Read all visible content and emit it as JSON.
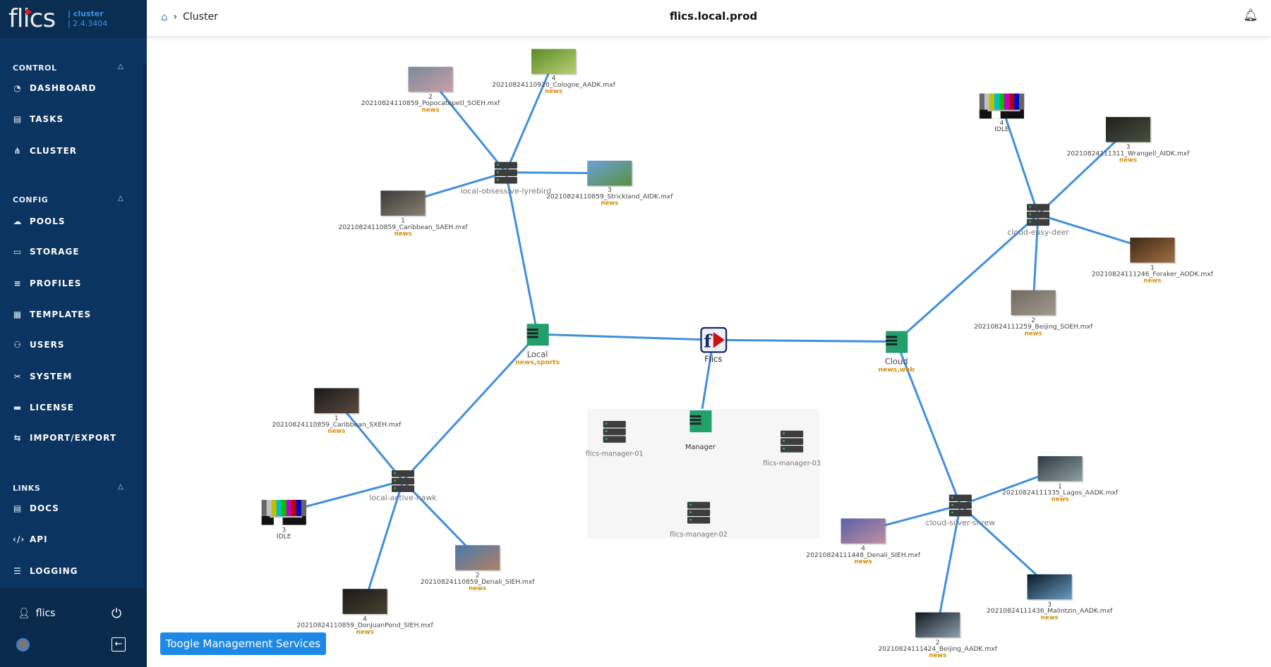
{
  "app": {
    "logo": "flics",
    "product": "| cluster",
    "version": "| 2.4.3404"
  },
  "header": {
    "breadcrumb": "Cluster",
    "title": "flics.local.prod"
  },
  "sidebar": {
    "sections": [
      {
        "title": "CONTROL",
        "items": [
          {
            "label": "DASHBOARD",
            "icon": "dashboard-icon"
          },
          {
            "label": "TASKS",
            "icon": "tasks-icon"
          },
          {
            "label": "CLUSTER",
            "icon": "cluster-icon"
          }
        ]
      },
      {
        "title": "CONFIG",
        "items": [
          {
            "label": "POOLS",
            "icon": "cloud-icon"
          },
          {
            "label": "STORAGE",
            "icon": "storage-icon"
          },
          {
            "label": "PROFILES",
            "icon": "sliders-icon"
          },
          {
            "label": "TEMPLATES",
            "icon": "template-icon"
          },
          {
            "label": "USERS",
            "icon": "users-icon"
          },
          {
            "label": "SYSTEM",
            "icon": "tools-icon"
          },
          {
            "label": "LICENSE",
            "icon": "license-icon"
          },
          {
            "label": "IMPORT/EXPORT",
            "icon": "import-export-icon"
          }
        ]
      },
      {
        "title": "LINKS",
        "items": [
          {
            "label": "DOCS",
            "icon": "docs-icon"
          },
          {
            "label": "API",
            "icon": "code-icon"
          },
          {
            "label": "LOGGING",
            "icon": "list-icon"
          }
        ]
      }
    ],
    "user": "flics"
  },
  "toggle_button": "Toogle Management Services",
  "colors": {
    "edge": "#3f8fdd",
    "tag": "#d4900a",
    "group": "#22a06b",
    "server": "#3d3d3d"
  },
  "graph": {
    "root": {
      "id": "flics",
      "label": "Flics"
    },
    "manager": {
      "id": "manager",
      "label": "Manager",
      "hosts": [
        "flics-manager-01",
        "flics-manager-02",
        "flics-manager-03"
      ]
    },
    "groups": [
      {
        "id": "local",
        "label": "Local",
        "tags": "news,sports",
        "servers": [
          {
            "id": "lol",
            "label": "local-obsessive-lyrebird",
            "clips": [
              {
                "n": "2",
                "name": "20210824110859_Popocatepetl_SOEH.mxf",
                "tag": "news"
              },
              {
                "n": "4",
                "name": "20210824110920_Cologne_AADK.mxf",
                "tag": "news"
              },
              {
                "n": "1",
                "name": "20210824110859_Caribbean_SAEH.mxf",
                "tag": "news"
              },
              {
                "n": "3",
                "name": "20210824110859_Strickland_AIDK.mxf",
                "tag": "news"
              }
            ]
          },
          {
            "id": "lah",
            "label": "local-active-hawk",
            "clips": [
              {
                "n": "1",
                "name": "20210824110859_Caribbean_SXEH.mxf",
                "tag": "news"
              },
              {
                "n": "3",
                "name": "IDLE",
                "tag": ""
              },
              {
                "n": "2",
                "name": "20210824110859_Denali_SIEH.mxf",
                "tag": "news"
              },
              {
                "n": "4",
                "name": "20210824110859_DonJuanPond_SIEH.mxf",
                "tag": "news"
              }
            ]
          }
        ]
      },
      {
        "id": "cloud",
        "label": "Cloud",
        "tags": "news,web",
        "servers": [
          {
            "id": "ced",
            "label": "cloud-easy-deer",
            "clips": [
              {
                "n": "4",
                "name": "IDLE",
                "tag": ""
              },
              {
                "n": "3",
                "name": "20210824111311_Wrangell_AIDK.mxf",
                "tag": "news"
              },
              {
                "n": "1",
                "name": "20210824111246_Foraker_AODK.mxf",
                "tag": "news"
              },
              {
                "n": "2",
                "name": "20210824111259_Beijing_SOEH.mxf",
                "tag": "news"
              }
            ]
          },
          {
            "id": "css",
            "label": "cloud-silver-shrew",
            "clips": [
              {
                "n": "1",
                "name": "20210824111335_Lagos_AADK.mxf",
                "tag": "news"
              },
              {
                "n": "4",
                "name": "20210824111448_Denali_SIEH.mxf",
                "tag": "news"
              },
              {
                "n": "3",
                "name": "20210824111436_Malintzin_AADK.mxf",
                "tag": "news"
              },
              {
                "n": "2",
                "name": "20210824111424_Beijing_AADK.mxf",
                "tag": "news"
              }
            ]
          }
        ]
      }
    ]
  }
}
